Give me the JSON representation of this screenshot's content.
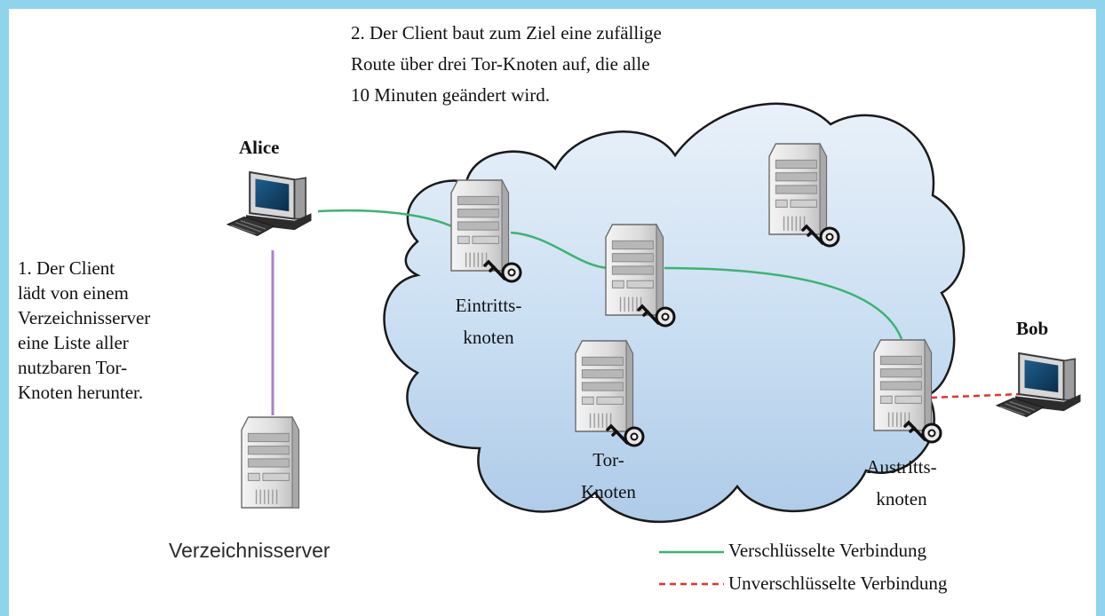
{
  "step1_text": "1. Der Client\nlädt von einem\nVerzeichnisserver\neine Liste aller\nnutzbaren Tor-\nKnoten herunter.",
  "step2_text": "2. Der Client baut zum Ziel eine zufällige\nRoute über drei Tor-Knoten auf, die alle\n10 Minuten geändert wird.",
  "alice_label": "Alice",
  "bob_label": "Bob",
  "entry_label": "Eintritts-\nknoten",
  "tor_node_label": "Tor-\nKnoten",
  "exit_label": "Austritts-\nknoten",
  "directory_label": "Verzeichnisserver",
  "legend": {
    "encrypted": "Verschlüsselte Verbindung",
    "unencrypted": "Unverschlüsselte Verbindung"
  },
  "colors": {
    "frame": "#8fd3ec",
    "encrypted_line": "#3cb371",
    "unencrypted_line": "#e8302c",
    "directory_line": "#a882c8",
    "cloud_fill": "#c9def2",
    "cloud_stroke": "#1a1a1a"
  }
}
